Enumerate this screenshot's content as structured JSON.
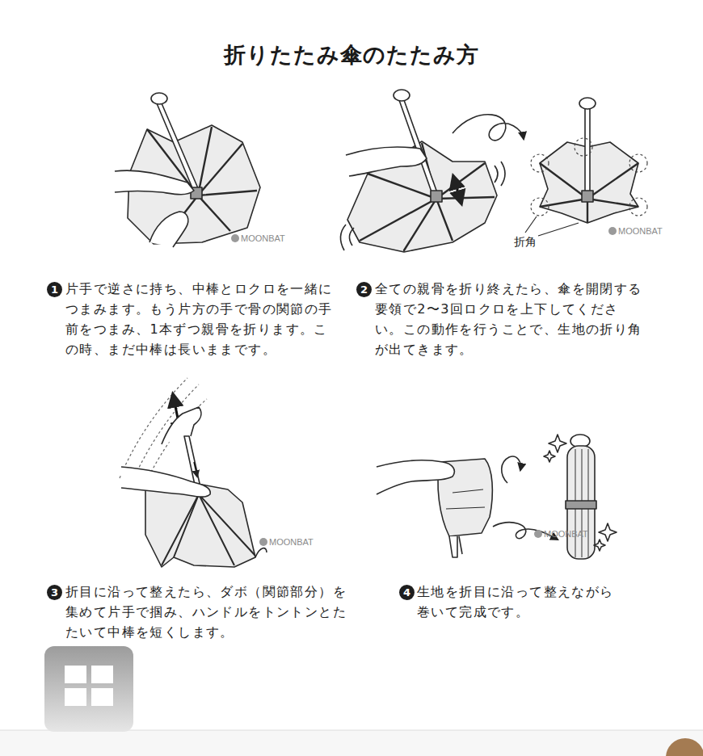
{
  "diagram": {
    "title": "折りたたみ傘のたたみ方",
    "nodes": [
      {
        "text": [
          "1"
        ]
      },
      {
        "text": [
          "2"
        ]
      },
      {
        "text": [
          "3"
        ]
      },
      {
        "text": [
          "4"
        ]
      }
    ],
    "labels": [
      "MOONBAT",
      "MOONBAT",
      "折角",
      "片手で逆さに持ち、中棒とロクロを一緒につまみます。もう片方の手で骨の関節の手前をつまみ、1本ずつ親骨を折ります。この時、まだ中棒は長いままです。",
      "全ての親骨を折り終えたら、傘を開閉する要領で2〜3回ロクロを上下してください。この動作を行うことで、生地の折り角が出てきます。",
      "MOONBAT",
      "MOONBAT",
      "折目に沿って整えたら、ダボ（関節部分）を集めて片手で掴み、ハンドルをトントンとたたいて中棒を短くします。",
      "生地を折目に沿って整えながら巻いて完成です。"
    ]
  }
}
